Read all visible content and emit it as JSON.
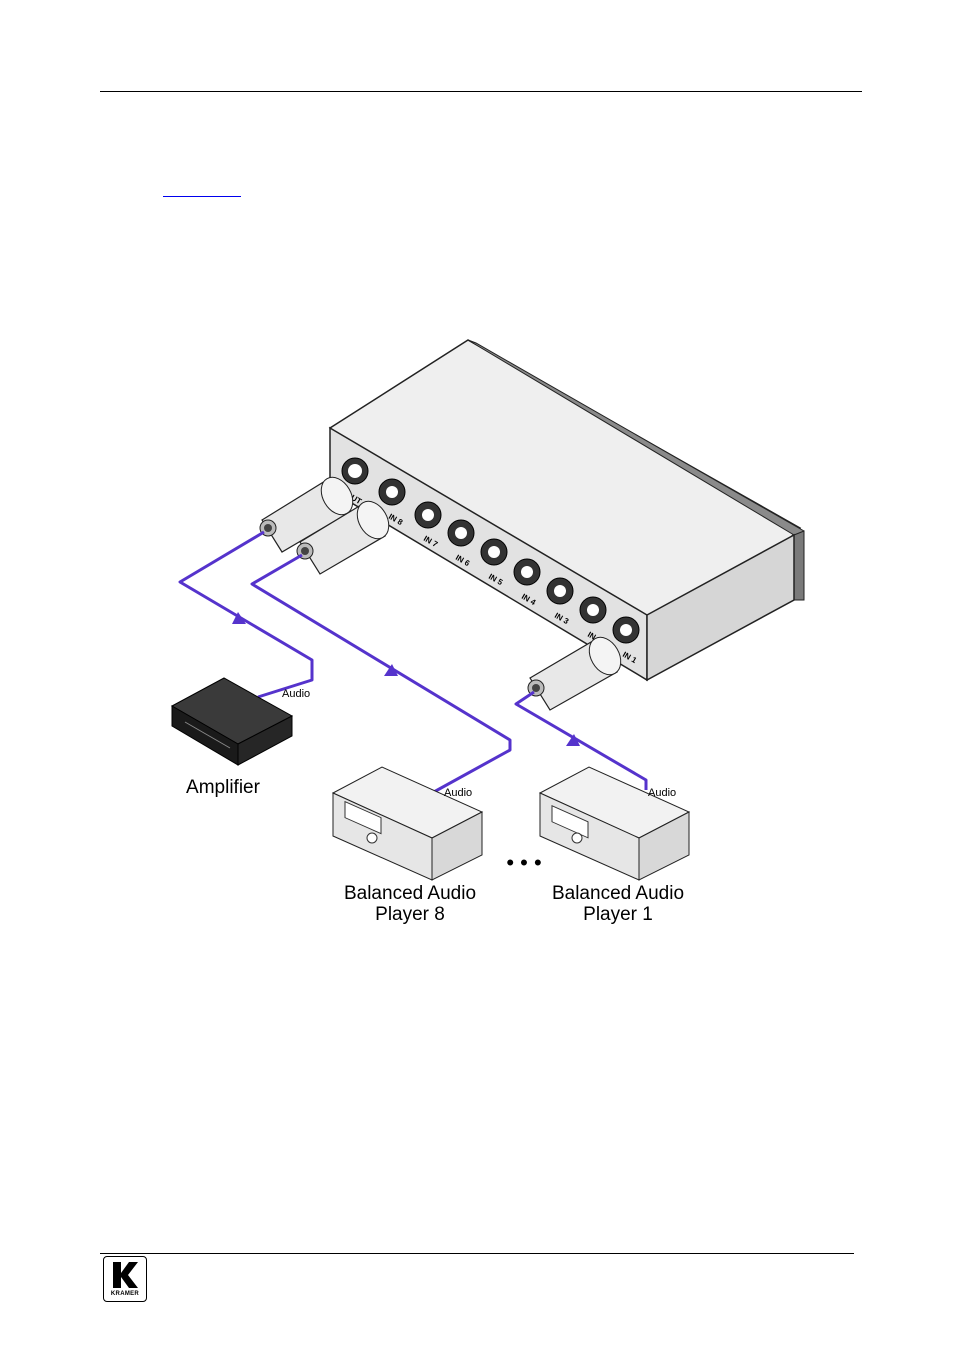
{
  "diagram": {
    "labels": {
      "amplifier": "Amplifier",
      "player8_line1": "Balanced Audio",
      "player8_line2": "Player 8",
      "player1_line1": "Balanced Audio",
      "player1_line2": "Player 1",
      "cable_audio_amp": "Audio",
      "cable_audio_p8": "Audio",
      "cable_audio_p1": "Audio"
    },
    "ports": [
      "OUT",
      "IN 8",
      "IN 7",
      "IN 6",
      "IN 5",
      "IN 4",
      "IN 3",
      "IN 2",
      "IN 1"
    ],
    "ellipsis": "• • •"
  },
  "colors": {
    "cable": "#5533cc",
    "device_body": "#e6e6e6",
    "outline": "#222222"
  },
  "footer": {
    "logo_text": "KRAMER"
  }
}
